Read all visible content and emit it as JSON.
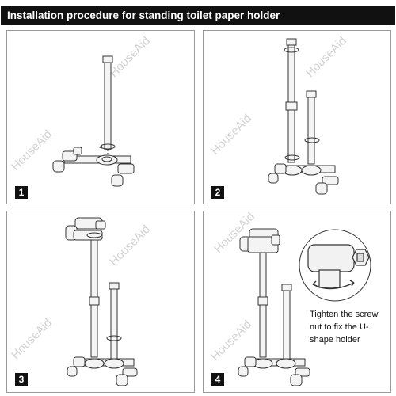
{
  "title": "Installation procedure for standing toilet paper holder",
  "watermark": "HouseAid",
  "steps": [
    {
      "number": "1"
    },
    {
      "number": "2"
    },
    {
      "number": "3"
    },
    {
      "number": "4"
    }
  ],
  "instruction": "Tighten the screw nut to fix the U-shape holder"
}
